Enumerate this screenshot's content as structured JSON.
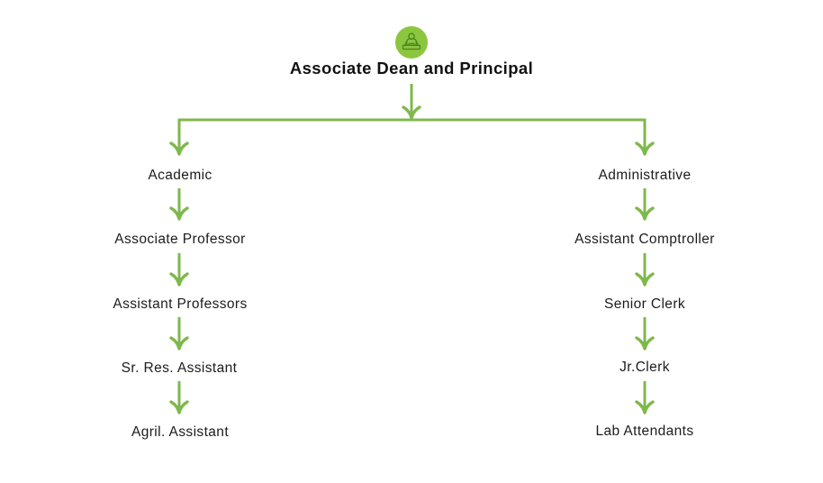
{
  "org_chart": {
    "title": "Associate Dean and Principal",
    "root_icon": "person-at-desk-icon",
    "colors": {
      "connector_green": "#7fb84d",
      "icon_circle_fill": "#8cc63f",
      "icon_line_stroke": "#47861f",
      "label_text": "#1c1c1c"
    },
    "branches": [
      {
        "id": "academic",
        "levels": [
          "Academic",
          "Associate Professor",
          "Assistant Professors",
          "Sr. Res. Assistant",
          "Agril. Assistant"
        ]
      },
      {
        "id": "administrative",
        "levels": [
          "Administrative",
          "Assistant Comptroller",
          "Senior Clerk",
          "Jr.Clerk",
          "Lab Attendants"
        ]
      }
    ]
  }
}
